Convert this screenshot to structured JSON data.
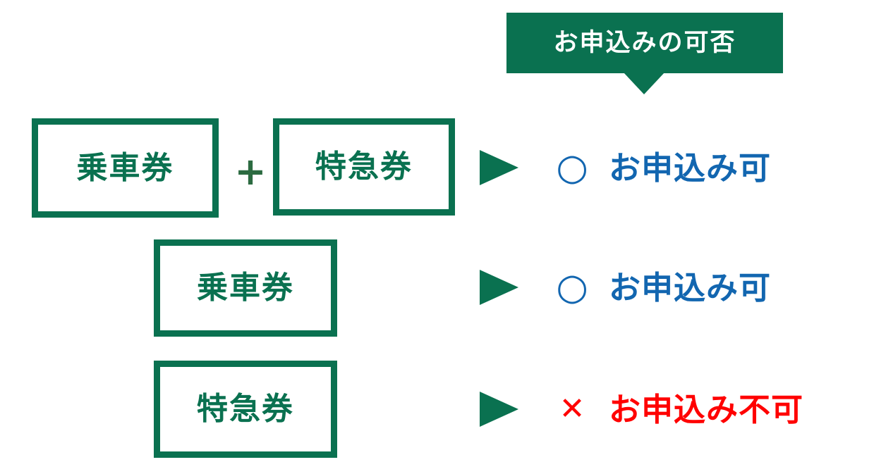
{
  "colors": {
    "green": "#0a7150",
    "plus_green": "#2c6b41",
    "blue": "#1266b0",
    "red": "#ff0000",
    "white": "#ffffff",
    "background": "#ffffff"
  },
  "callout": {
    "label": "お申込みの可否",
    "tail_icon": "callout-tail-down-icon"
  },
  "rows": [
    {
      "id": "row-1",
      "tickets": [
        {
          "label": "乗車券"
        },
        {
          "label": "特急券"
        }
      ],
      "operator": "+",
      "arrow_icon": "arrow-right-triangle-icon",
      "mark": "○",
      "mark_icon": "circle-ok-icon",
      "verdict": "お申込み可",
      "verdict_color": "#1266b0"
    },
    {
      "id": "row-2",
      "tickets": [
        {
          "label": "乗車券"
        }
      ],
      "operator": "",
      "arrow_icon": "arrow-right-triangle-icon",
      "mark": "○",
      "mark_icon": "circle-ok-icon",
      "verdict": "お申込み可",
      "verdict_color": "#1266b0"
    },
    {
      "id": "row-3",
      "tickets": [
        {
          "label": "特急券"
        }
      ],
      "operator": "",
      "arrow_icon": "arrow-right-triangle-icon",
      "mark": "✕",
      "mark_icon": "cross-ng-icon",
      "verdict": "お申込み不可",
      "verdict_color": "#ff0000"
    }
  ]
}
